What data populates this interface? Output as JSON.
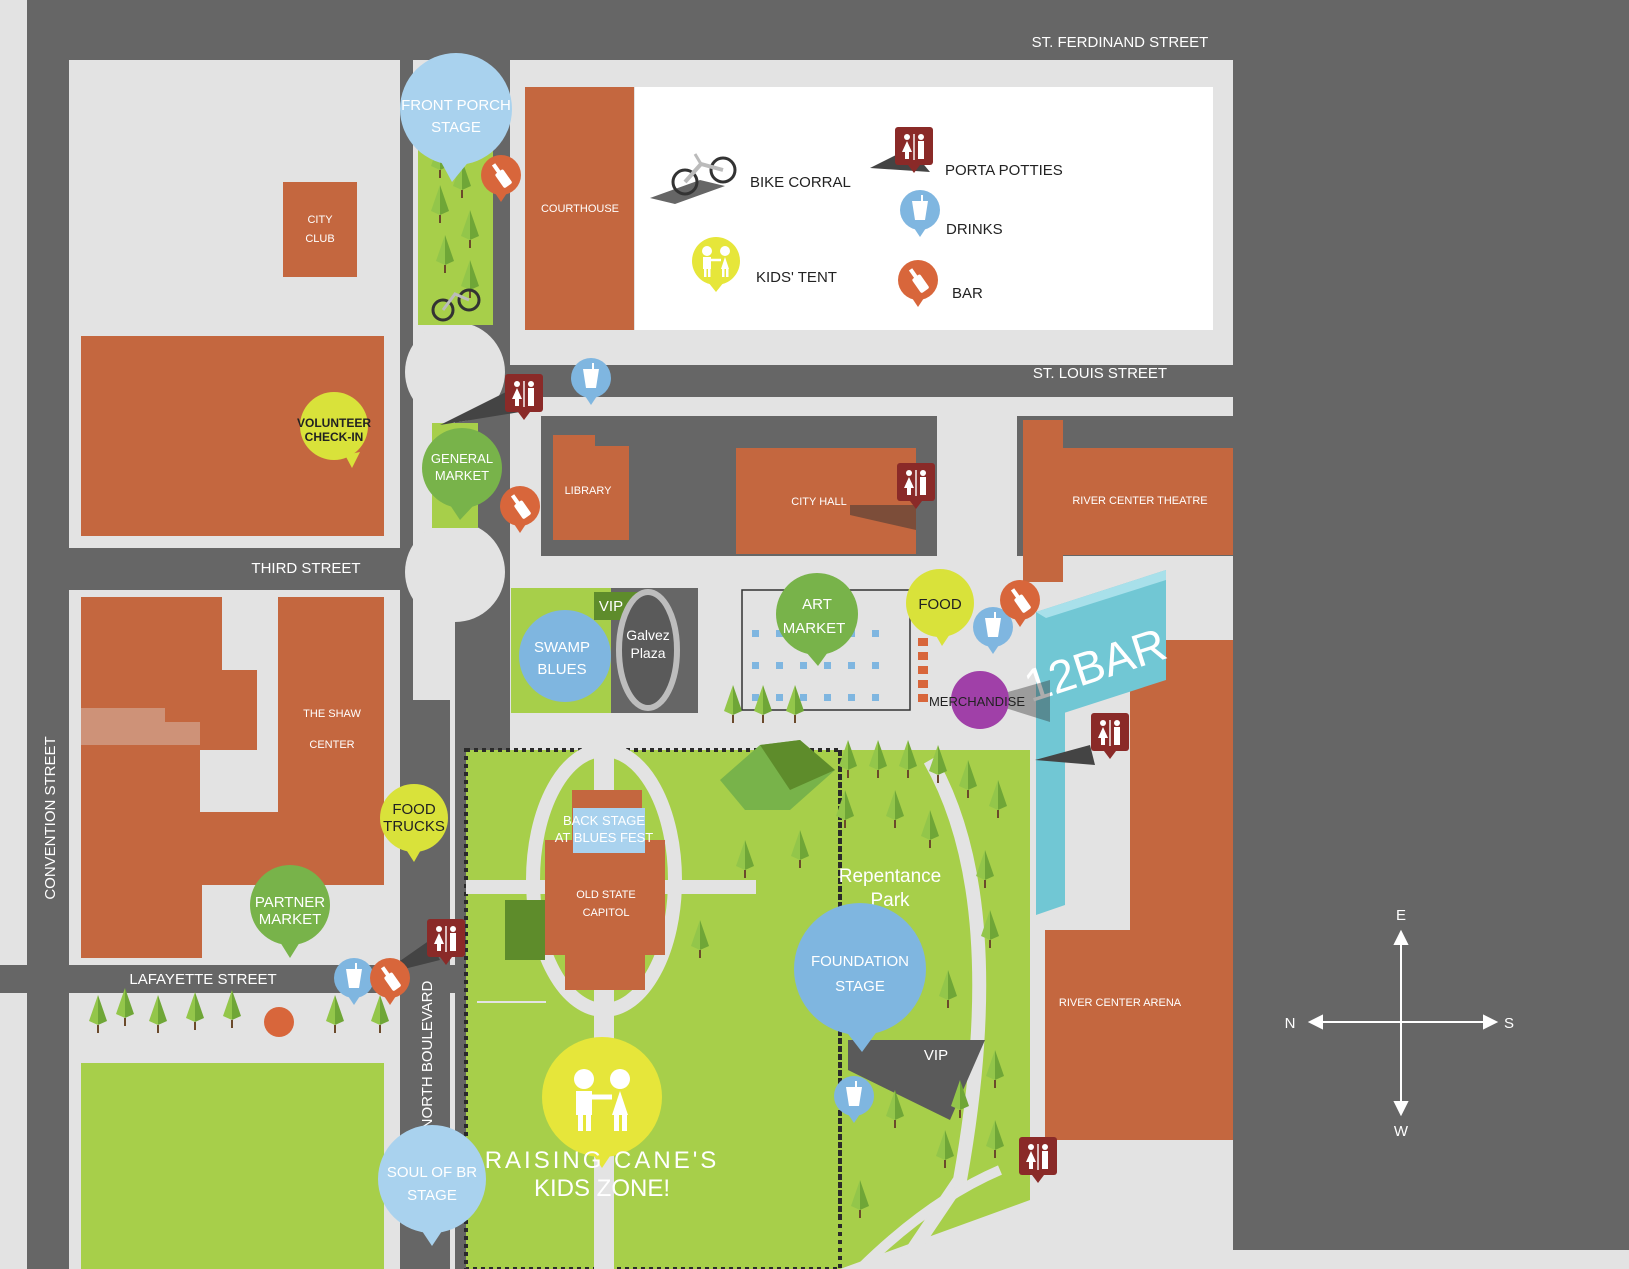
{
  "colors": {
    "road": "#666666",
    "sidewalk": "#e3e3e3",
    "building": "#c4673f",
    "grass": "#a7cf4a",
    "grass_dark": "#5e8c2b",
    "stage_blue": "#a9d2ee",
    "market_green": "#78b34a",
    "food_yellow": "#d9e23a",
    "bar_orange": "#d8663b",
    "restroom_red": "#8a2a28",
    "merch_purple": "#a040a8",
    "sign_teal": "#71c7d4"
  },
  "streets": {
    "st_ferdinand": "ST. FERDINAND STREET",
    "st_louis": "ST. LOUIS STREET",
    "third": "THIRD STREET",
    "lafayette": "LAFAYETTE  STREET",
    "convention": "CONVENTION STREET",
    "north_boulevard": "NORTH BOULEVARD"
  },
  "buildings": {
    "city_club_1": "CITY",
    "city_club_2": "CLUB",
    "courthouse": "COURTHOUSE",
    "library": "LIBRARY",
    "city_hall": "CITY HALL",
    "river_center_theatre": "RIVER CENTER THEATRE",
    "shaw_center_1": "THE SHAW",
    "shaw_center_2": "CENTER",
    "old_state_capitol_1": "OLD STATE",
    "old_state_capitol_2": "CAPITOL",
    "river_center_arena": "RIVER CENTER ARENA"
  },
  "places": {
    "galvez_1": "Galvez",
    "galvez_2": "Plaza",
    "vip_plaza": "VIP",
    "vip_park": "VIP",
    "back_stage_1": "BACK STAGE",
    "back_stage_2": "AT BLUES FEST",
    "repentance_1": "Repentance",
    "repentance_2": "Park",
    "kids_zone_1": "RAISING CANE'S",
    "kids_zone_2": "KIDS ZONE!",
    "merchandise": "MERCHANDISE",
    "sign_12bar": "12BAR"
  },
  "pins": {
    "front_porch_1": "FRONT PORCH",
    "front_porch_2": "STAGE",
    "volunteer_1": "VOLUNTEER",
    "volunteer_2": "CHECK-IN",
    "general_market_1": "GENERAL",
    "general_market_2": "MARKET",
    "swamp_blues_1": "SWAMP",
    "swamp_blues_2": "BLUES",
    "art_market_1": "ART",
    "art_market_2": "MARKET",
    "food": "FOOD",
    "food_trucks_1": "FOOD",
    "food_trucks_2": "TRUCKS",
    "partner_market_1": "PARTNER",
    "partner_market_2": "MARKET",
    "foundation_1": "FOUNDATION",
    "foundation_2": "STAGE",
    "soul_br_1": "SOUL OF BR",
    "soul_br_2": "STAGE"
  },
  "legend": {
    "bike_corral": "BIKE CORRAL",
    "porta_potties": "PORTA POTTIES",
    "drinks": "DRINKS",
    "kids_tent": "KIDS' TENT",
    "bar": "BAR"
  },
  "compass": {
    "e": "E",
    "w": "W",
    "n": "N",
    "s": "S"
  },
  "icons": [
    "bike-icon",
    "restroom-icon",
    "drink-cup-icon",
    "bottle-icon",
    "kids-icon",
    "tree-icon",
    "compass-icon"
  ]
}
